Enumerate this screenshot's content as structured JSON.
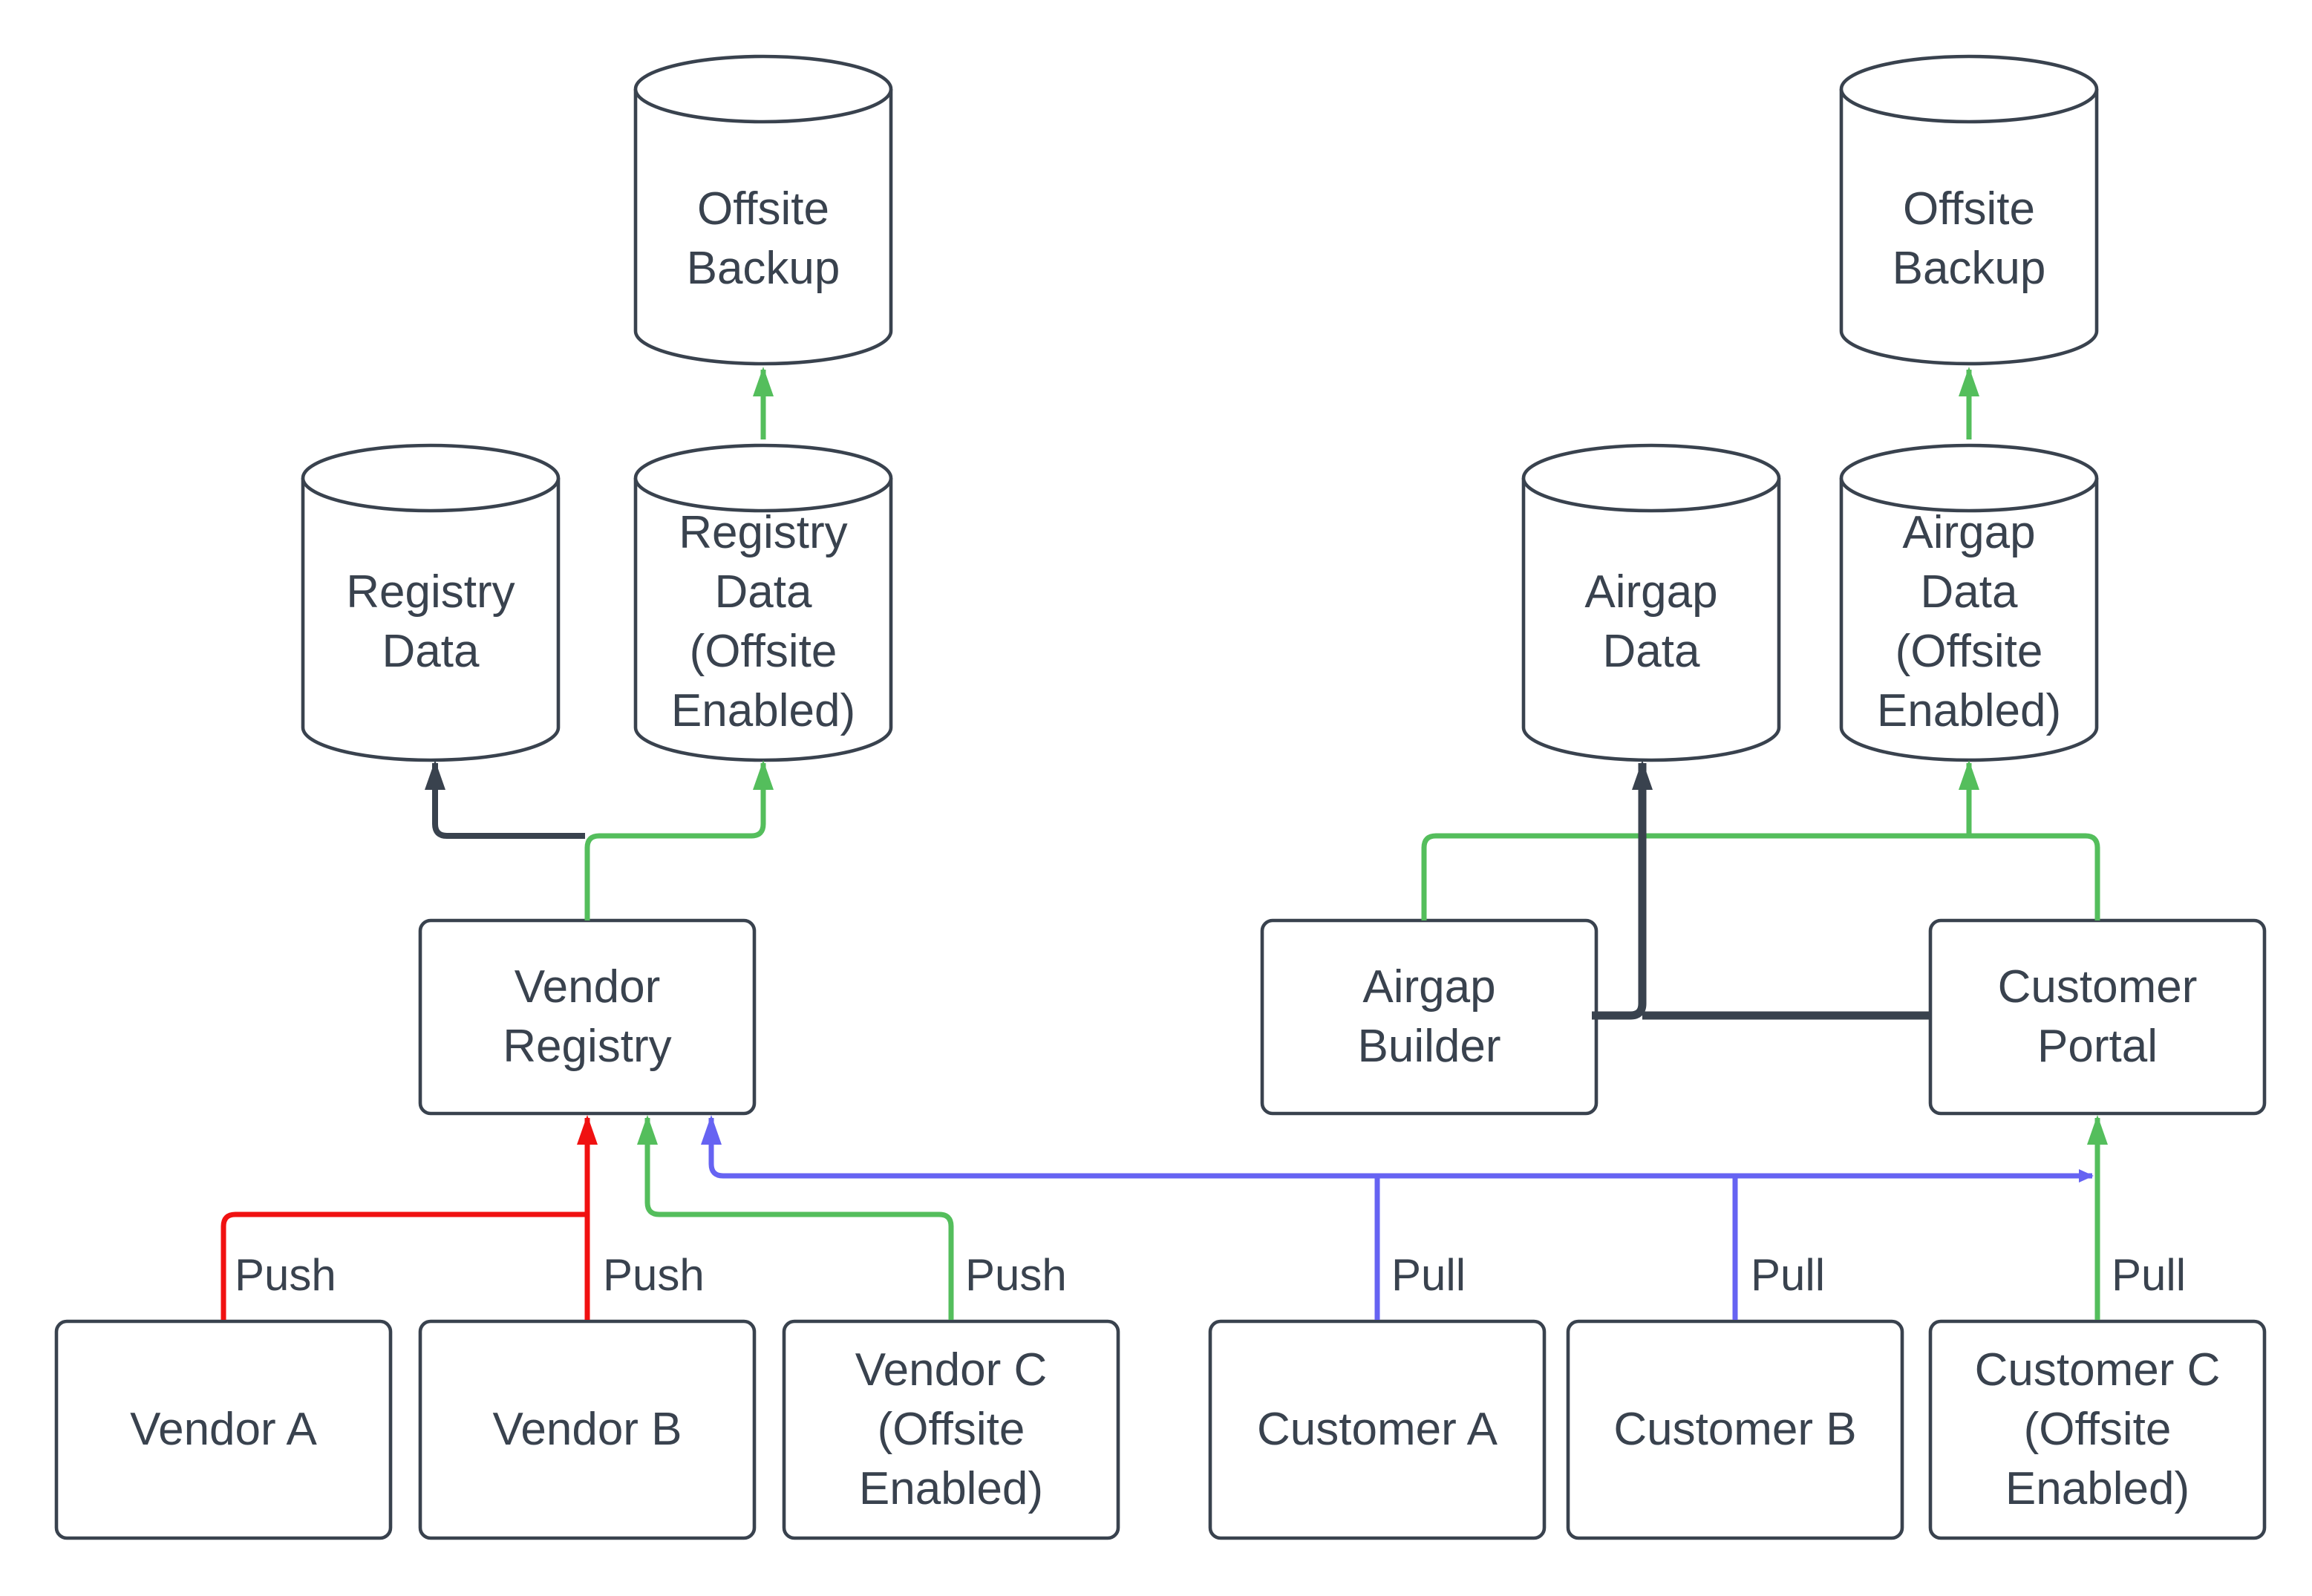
{
  "diagram": {
    "background": "#ffffff",
    "colors": {
      "dark": "#39424E",
      "green": "#54BE5C",
      "red": "#F01111",
      "blue": "#6663F2",
      "text": "#39424E",
      "background": "#ffffff"
    },
    "nodes": {
      "offsite_backup_left": "Offsite\nBackup",
      "registry_data": "Registry\nData",
      "registry_data_offsite": "Registry\nData\n(Offsite\nEnabled)",
      "vendor_registry": "Vendor\nRegistry",
      "vendor_a": "Vendor A",
      "vendor_b": "Vendor B",
      "vendor_c": "Vendor C\n(Offsite\nEnabled)",
      "airgap_data": "Airgap\nData",
      "airgap_data_offsite": "Airgap\nData\n(Offsite\nEnabled)",
      "offsite_backup_right": "Offsite\nBackup",
      "airgap_builder": "Airgap\nBuilder",
      "customer_portal": "Customer\nPortal",
      "customer_a": "Customer A",
      "customer_b": "Customer B",
      "customer_c": "Customer C\n(Offsite\nEnabled)"
    },
    "edge_labels": {
      "vendor_a": "Push",
      "vendor_b": "Push",
      "vendor_c": "Push",
      "customer_a": "Pull",
      "customer_b": "Pull",
      "customer_c": "Pull"
    }
  }
}
